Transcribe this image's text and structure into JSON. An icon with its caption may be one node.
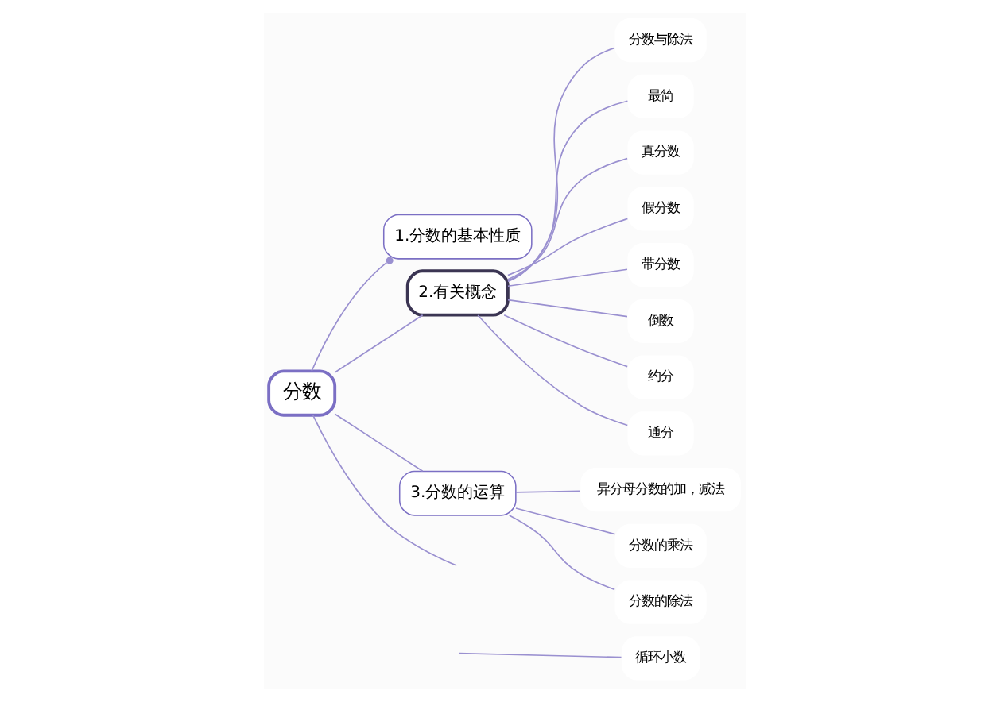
{
  "diagram": {
    "nodes": [
      {
        "text": [
          "分数"
        ]
      },
      {
        "text": [
          "1.分数的基本性质"
        ]
      },
      {
        "text": [
          "2.有关概念"
        ]
      },
      {
        "text": [
          "分数与除法"
        ]
      },
      {
        "text": [
          "最简"
        ]
      },
      {
        "text": [
          "真分数"
        ]
      },
      {
        "text": [
          "假分数"
        ]
      },
      {
        "text": [
          "带分数"
        ]
      },
      {
        "text": [
          "倒数"
        ]
      },
      {
        "text": [
          "约分"
        ]
      },
      {
        "text": [
          "通分"
        ]
      },
      {
        "text": [
          "3.分数的运算"
        ]
      },
      {
        "text": [
          "异分母分数的加，减法"
        ]
      },
      {
        "text": [
          "分数的乘法"
        ]
      },
      {
        "text": [
          "分数的除法"
        ]
      },
      {
        "text": [
          "循环小数"
        ]
      }
    ],
    "edges": [
      {
        "from": 0,
        "to": 1,
        "arrow": "other"
      },
      {
        "from": 0,
        "to": 2,
        "arrow": "none"
      },
      {
        "from": 2,
        "to": 3,
        "arrow": "none"
      },
      {
        "from": 2,
        "to": 4,
        "arrow": "none"
      },
      {
        "from": 2,
        "to": 5,
        "arrow": "none"
      },
      {
        "from": 2,
        "to": 6,
        "arrow": "none"
      },
      {
        "from": 2,
        "to": 7,
        "arrow": "none"
      },
      {
        "from": 2,
        "to": 8,
        "arrow": "none"
      },
      {
        "from": 2,
        "to": 9,
        "arrow": "none"
      },
      {
        "from": 2,
        "to": 10,
        "arrow": "none"
      },
      {
        "from": 0,
        "to": 11,
        "arrow": "none"
      },
      {
        "from": 11,
        "to": 12,
        "arrow": "none"
      },
      {
        "from": 11,
        "to": 13,
        "arrow": "none"
      },
      {
        "from": 11,
        "to": 14,
        "arrow": "none"
      },
      {
        "from": 0,
        "to": null,
        "arrow": "none"
      },
      {
        "from": null,
        "to": 15,
        "arrow": "none"
      }
    ]
  }
}
